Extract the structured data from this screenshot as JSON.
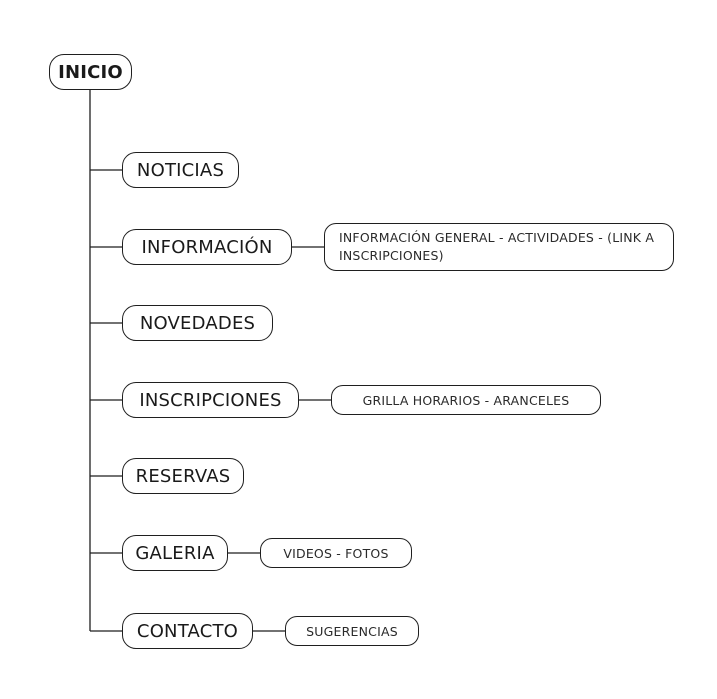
{
  "root": {
    "label": "INICIO"
  },
  "items": [
    {
      "label": "NOTICIAS"
    },
    {
      "label": "INFORMACIÓN",
      "detail": "INFORMACIÓN GENERAL - ACTIVIDADES - (LINK A INSCRIPCIONES)"
    },
    {
      "label": "NOVEDADES"
    },
    {
      "label": "INSCRIPCIONES",
      "detail": "GRILLA HORARIOS - ARANCELES"
    },
    {
      "label": "RESERVAS"
    },
    {
      "label": "GALERIA",
      "detail": "VIDEOS - FOTOS"
    },
    {
      "label": "CONTACTO",
      "detail": "SUGERENCIAS"
    }
  ]
}
